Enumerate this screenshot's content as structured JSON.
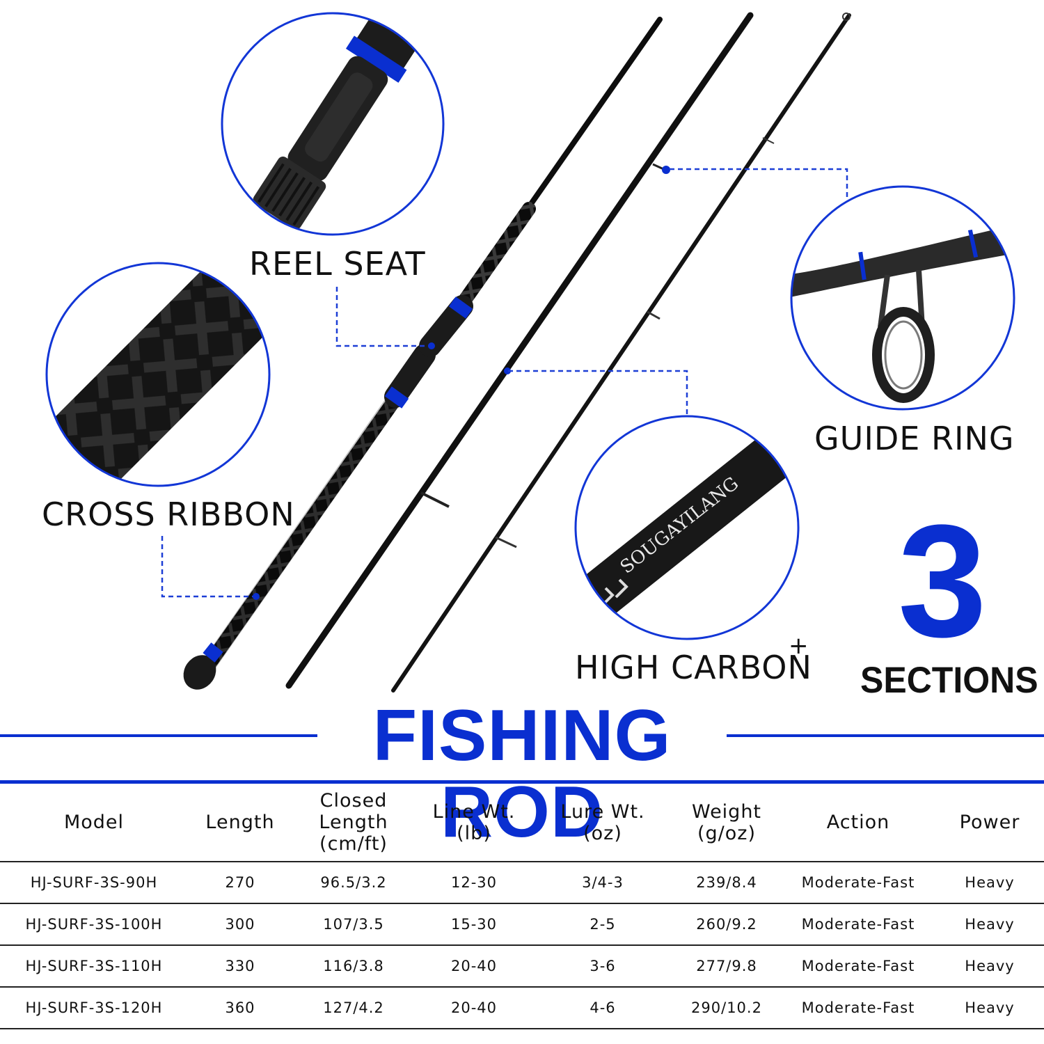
{
  "callouts": {
    "reel_seat": "REEL SEAT",
    "cross_ribbon": "CROSS RIBBON",
    "guide_ring": "GUIDE RING",
    "high_carbon": "HIGH CARBON",
    "high_carbon_mark": "+"
  },
  "brand_marks": {
    "rod_brand": "SOUGAYILANG"
  },
  "sections_badge": {
    "number": "3",
    "label": "SECTIONS"
  },
  "title": "FISHING ROD",
  "colors": {
    "accent": "#0a2fd0",
    "rod": "#111111",
    "text": "#111111"
  },
  "table": {
    "headers": [
      "Model",
      "Length",
      "Closed Length (cm/ft)",
      "Line Wt. (lb)",
      "Lure Wt. (oz)",
      "Weight (g/oz)",
      "Action",
      "Power"
    ],
    "header_lines": [
      [
        "Model"
      ],
      [
        "Length"
      ],
      [
        "Closed",
        "Length",
        "(cm/ft)"
      ],
      [
        "Line Wt.",
        "(lb)"
      ],
      [
        "Lure Wt.",
        "(oz)"
      ],
      [
        "Weight",
        "(g/oz)"
      ],
      [
        "Action"
      ],
      [
        "Power"
      ]
    ],
    "rows": [
      [
        "HJ-SURF-3S-90H",
        "270",
        "96.5/3.2",
        "12-30",
        "3/4-3",
        "239/8.4",
        "Moderate-Fast",
        "Heavy"
      ],
      [
        "HJ-SURF-3S-100H",
        "300",
        "107/3.5",
        "15-30",
        "2-5",
        "260/9.2",
        "Moderate-Fast",
        "Heavy"
      ],
      [
        "HJ-SURF-3S-110H",
        "330",
        "116/3.8",
        "20-40",
        "3-6",
        "277/9.8",
        "Moderate-Fast",
        "Heavy"
      ],
      [
        "HJ-SURF-3S-120H",
        "360",
        "127/4.2",
        "20-40",
        "4-6",
        "290/10.2",
        "Moderate-Fast",
        "Heavy"
      ]
    ]
  }
}
